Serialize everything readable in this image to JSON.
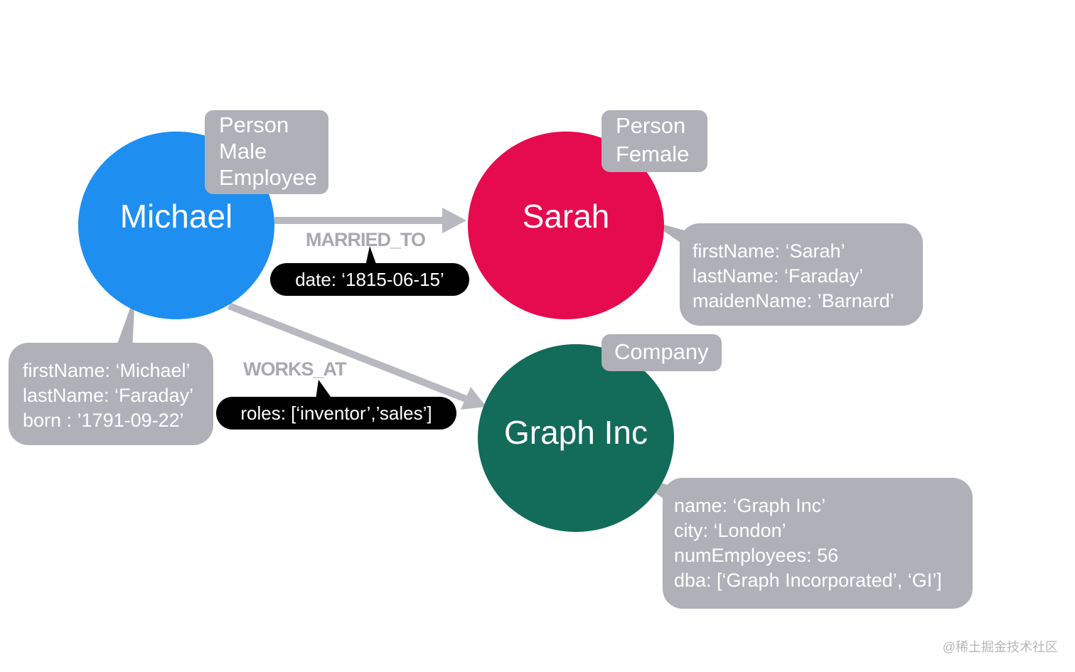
{
  "nodes": {
    "michael": {
      "name": "Michael",
      "labels": [
        "Person",
        "Male",
        "Employee"
      ],
      "properties": [
        "firstName: ‘Michael’",
        "lastName:  ‘Faraday’",
        "born : ’1791-09-22’"
      ],
      "color": "#1e8ef0"
    },
    "sarah": {
      "name": "Sarah",
      "labels": [
        "Person",
        "Female"
      ],
      "properties": [
        "firstName: ‘Sarah’",
        "lastName:  ‘Faraday’",
        "maidenName: ’Barnard’"
      ],
      "color": "#e60a4e"
    },
    "graph_inc": {
      "name": "Graph Inc",
      "labels": [
        "Company"
      ],
      "properties": [
        "name: ‘Graph Inc’",
        "city:  ‘London’",
        "numEmployees: 56",
        "dba: [‘Graph Incorporated’, ‘GI’]"
      ],
      "color": "#136b5a"
    }
  },
  "relationships": {
    "married_to": {
      "type": "MARRIED_TO",
      "property": "date: ‘1815-06-15’"
    },
    "works_at": {
      "type": "WORKS_AT",
      "property": "roles: [‘inventor’,’sales’]"
    }
  },
  "colors": {
    "label_gray": "#b0b0b8",
    "edge_gray": "#b8b8c0",
    "rel_prop_bg": "#000000"
  },
  "watermark": "@稀土掘金技术社区"
}
